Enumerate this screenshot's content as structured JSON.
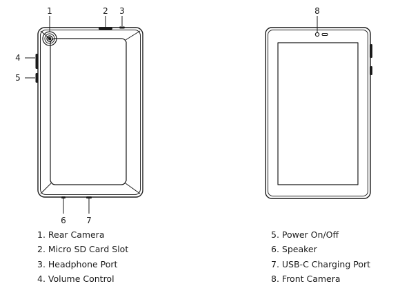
{
  "diagram": {
    "callouts": {
      "c1": "1",
      "c2": "2",
      "c3": "3",
      "c4": "4",
      "c5": "5",
      "c6": "6",
      "c7": "7",
      "c8": "8"
    },
    "legend": {
      "left": [
        "1.  Rear Camera",
        "2. Micro SD Card Slot",
        "3. Headphone Port",
        "4. Volume Control"
      ],
      "right": [
        "5. Power On/Off",
        "6. Speaker",
        "7. USB-C Charging Port",
        "8. Front Camera"
      ]
    },
    "colors": {
      "line": "#1a1a1a",
      "background": "#ffffff"
    }
  }
}
